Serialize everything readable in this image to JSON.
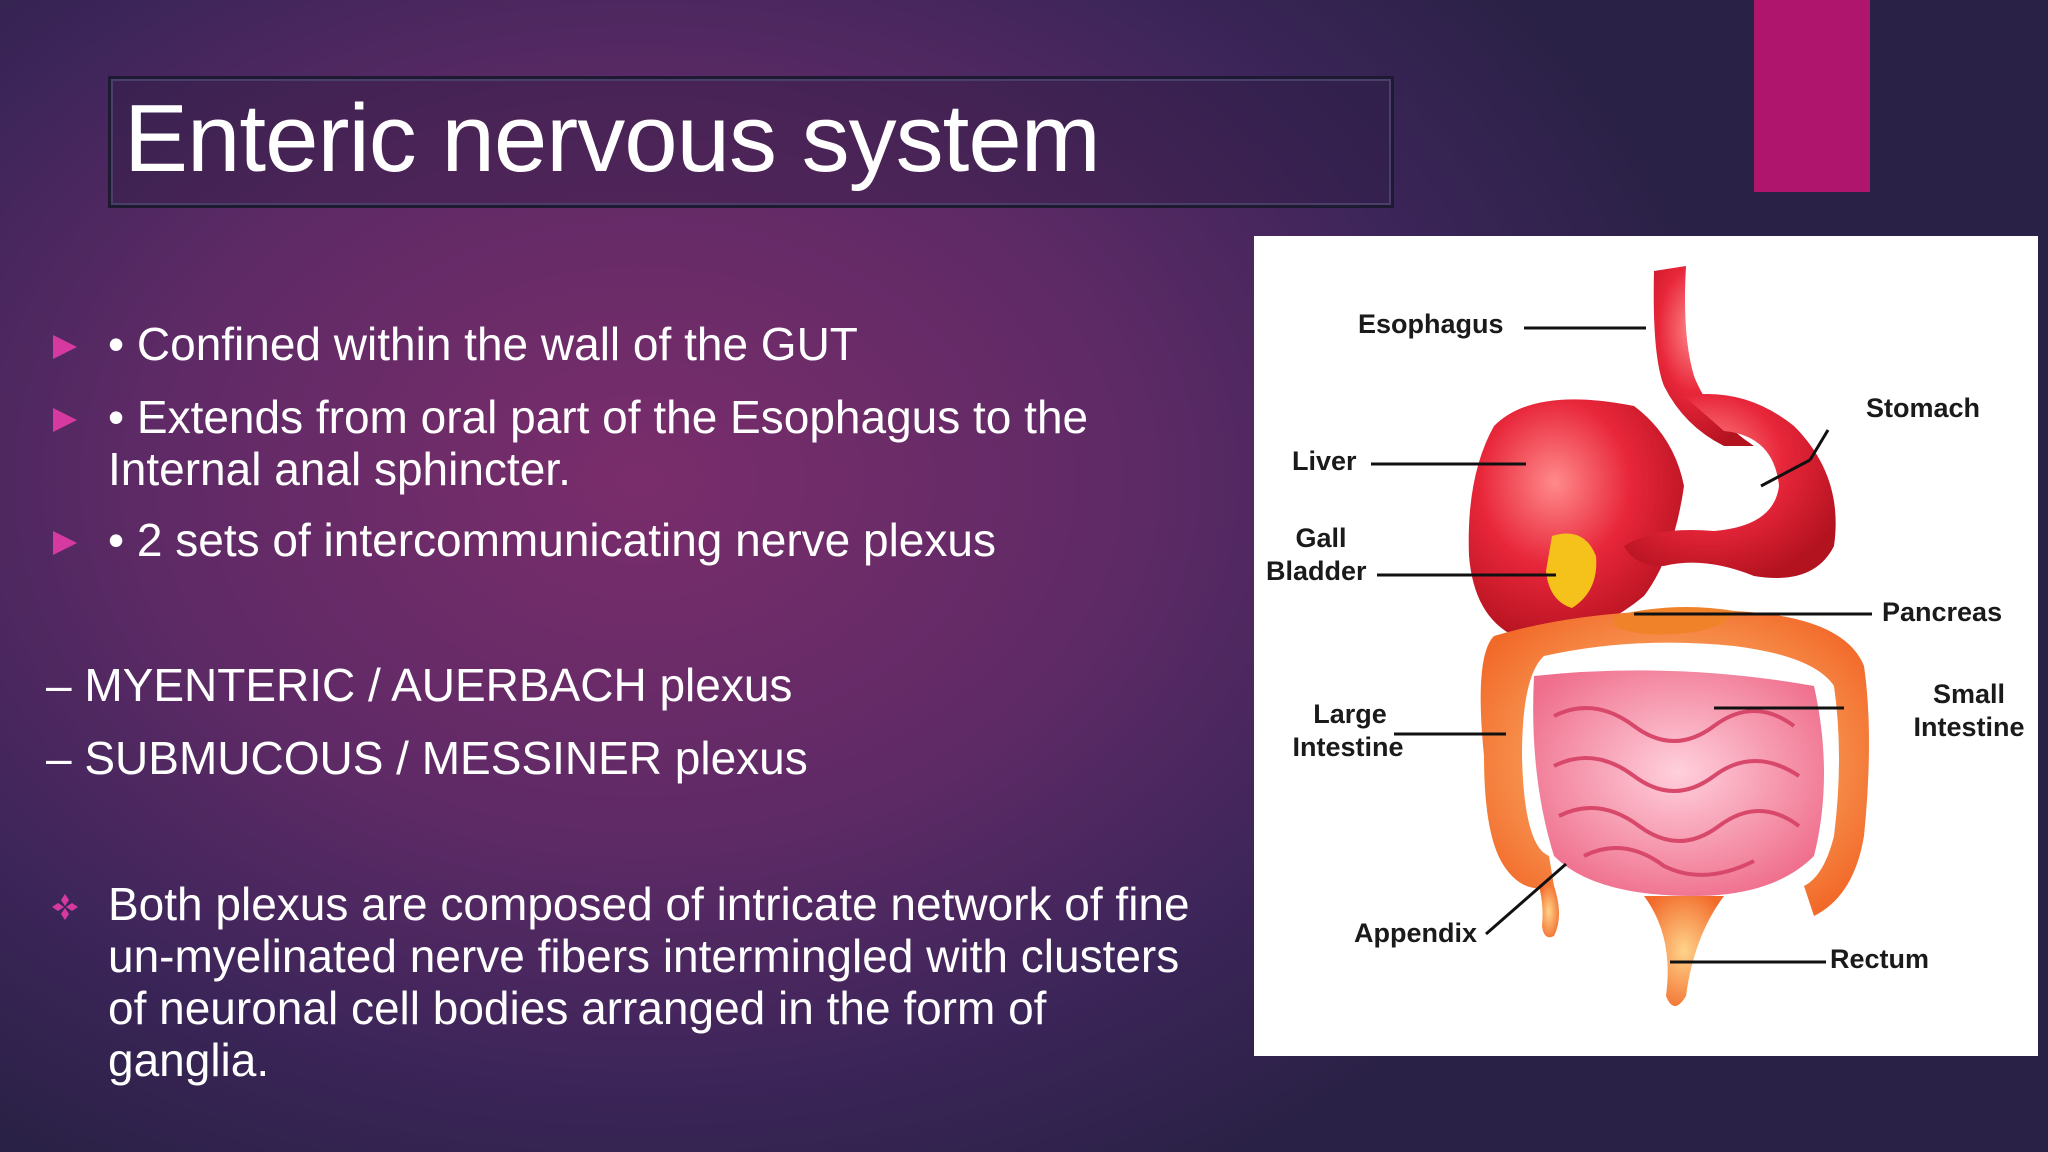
{
  "slide": {
    "title": "Enteric nervous system",
    "accent_color": "#b0156e",
    "bullets": [
      "• Confined within the wall of the GUT",
      " • Extends from oral part of the Esophagus to the Internal anal sphincter.",
      "• 2 sets of intercommunicating nerve plexus"
    ],
    "sub_items": [
      "– MYENTERIC / AUERBACH plexus",
      "– SUBMUCOUS / MESSINER plexus"
    ],
    "note": "Both plexus are composed of intricate network of fine un-myelinated nerve fibers intermingled with clusters of neuronal cell bodies arranged in the form of ganglia.",
    "bullet_icon": "triangle-right-icon",
    "note_icon": "four-diamond-icon"
  },
  "diagram": {
    "labels": {
      "esophagus": "Esophagus",
      "stomach": "Stomach",
      "liver": "Liver",
      "gall_bladder_1": "Gall",
      "gall_bladder_2": "Bladder",
      "pancreas": "Pancreas",
      "large_intestine_1": "Large",
      "large_intestine_2": "Intestine",
      "small_intestine_1": "Small",
      "small_intestine_2": "Intestine",
      "appendix": "Appendix",
      "rectum": "Rectum"
    }
  }
}
